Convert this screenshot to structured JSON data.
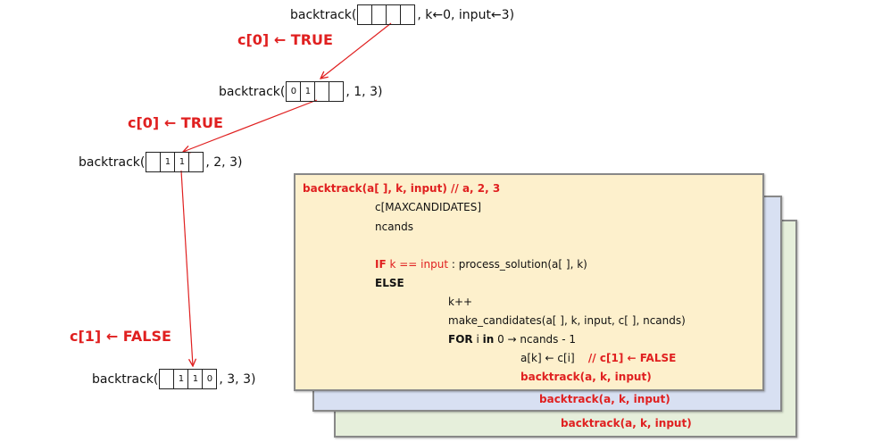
{
  "calls": [
    {
      "name": "backtrack(",
      "cells": [
        "",
        "",
        "",
        ""
      ],
      "args": ", k←0, input←3)"
    },
    {
      "name": "backtrack(",
      "cells": [
        "0",
        "1",
        "",
        ""
      ],
      "args": ", 1, 3)"
    },
    {
      "name": "backtrack(",
      "cells": [
        "",
        "1",
        "1",
        ""
      ],
      "args": ", 2, 3)"
    },
    {
      "name": "backtrack(",
      "cells": [
        "",
        "1",
        "1",
        "0"
      ],
      "args": ", 3, 3)"
    }
  ],
  "transitions": [
    "c[0] ← TRUE",
    "c[0] ← TRUE",
    "c[1] ← FALSE"
  ],
  "code": {
    "header": "backtrack(a[ ], k, input)  // a, 2, 3",
    "decl1": "c[MAXCANDIDATES]",
    "decl2": "ncands",
    "if_kw": "IF",
    "if_cond": " k == input",
    "if_colon": " :  ",
    "if_body": "process_solution(a[ ], k)",
    "else_kw": "ELSE",
    "inc": "k++",
    "make": "make_candidates(a[ ], k, input, c[ ], ncands)",
    "for_kw": "FOR",
    "for_i": " i ",
    "for_in": "in",
    "for_range": " 0 → ncands - 1",
    "assign": "a[k] ← c[i]",
    "comment": "// c[1] ← FALSE",
    "recurse": "backtrack(a, k, input)"
  },
  "stack_cards": [
    {
      "recurse": "backtrack(a, k, input)"
    },
    {
      "recurse": "backtrack(a, k, input)"
    }
  ],
  "colors": {
    "highlight": "#e02020",
    "card_yellow": "#fdf0cc",
    "card_blue": "#d8e0f2",
    "card_green": "#e6efdb"
  }
}
